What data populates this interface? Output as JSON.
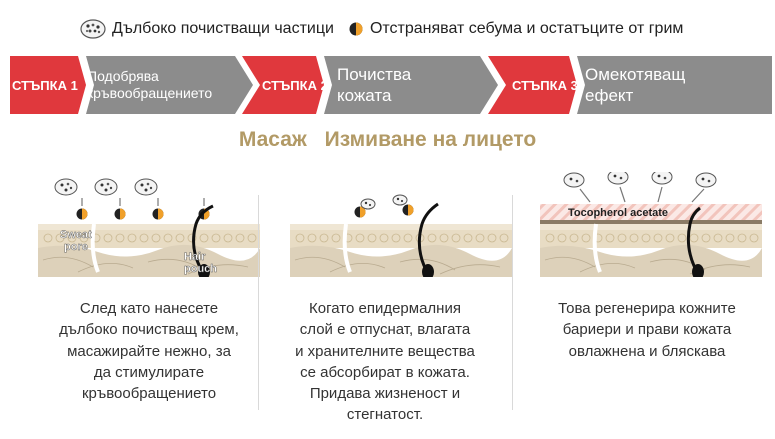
{
  "legend": {
    "particles_text": "Дълбоко почистващи частици",
    "removal_text": "Отстраняват себума и остатъците от грим"
  },
  "steps": [
    {
      "label": "СТЪПКА 1",
      "text_line1": "Подобрява",
      "text_line2": "кръвообращението"
    },
    {
      "label": "СТЪПКА 2",
      "text_line1": "Почиства",
      "text_line2": "кожата"
    },
    {
      "label": "СТЪПКА 3",
      "text_line1": "Омекотяващ",
      "text_line2": "ефект"
    }
  ],
  "titles": {
    "massage": "Масаж",
    "wash": "Измиване на лицето"
  },
  "panels": [
    {
      "label_sweat_1": "Sweat",
      "label_sweat_2": "pore",
      "label_hair_1": "Hair",
      "label_hair_2": "pouch"
    },
    {},
    {
      "label_layer": "Tocopherol acetate"
    }
  ],
  "descriptions": [
    [
      "След като нанесете",
      "дълбоко почистващ крем,",
      "масажирайте нежно, за",
      "да стимулирате",
      "кръвообращението"
    ],
    [
      "Когато епидермалния",
      "слой е отпуснат, влагата",
      "и хранителните вещества",
      "се абсорбират в кожата.",
      "Придава жизненост и",
      "стегнатост."
    ],
    [
      "Това регенерира кожните",
      "бариери и прави кожата",
      "овлажнена и бляскава"
    ]
  ],
  "colors": {
    "step_red": "#e0383d",
    "step_gray": "#8c8c8c",
    "title_gold": "#b29a66",
    "particle_orange": "#f0a02a",
    "skin_top": "#e8dcc4",
    "skin_dermis": "#ddd1ba"
  }
}
